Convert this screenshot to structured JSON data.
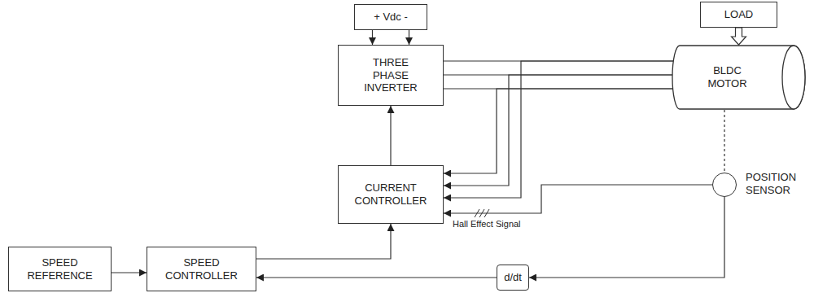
{
  "diagram": {
    "nodes": [
      {
        "text": [
          "+ Vdc -"
        ]
      },
      {
        "text": [
          "LOAD"
        ]
      },
      {
        "text": [
          "THREE PHASE INVERTER"
        ]
      },
      {
        "text": [
          "BLDC MOTOR"
        ]
      },
      {
        "text": [
          "CURRENT CONTROLLER"
        ]
      },
      {
        "text": [
          "POSITION SENSOR"
        ]
      },
      {
        "text": [
          "SPEED REFERENCE"
        ]
      },
      {
        "text": [
          "SPEED CONTROLLER"
        ]
      },
      {
        "text": [
          "d/dt"
        ]
      }
    ],
    "edges": [
      {
        "from": 0,
        "to": 2,
        "arrow": "to"
      },
      {
        "from": 0,
        "to": 2,
        "arrow": "to"
      },
      {
        "from": 1,
        "to": 3,
        "arrow": "to"
      },
      {
        "from": 2,
        "to": 3,
        "arrow": "none"
      },
      {
        "from": 2,
        "to": 3,
        "arrow": "none"
      },
      {
        "from": 2,
        "to": 3,
        "arrow": "none"
      },
      {
        "from": 3,
        "to": 4,
        "arrow": "to"
      },
      {
        "from": 3,
        "to": 4,
        "arrow": "to"
      },
      {
        "from": 3,
        "to": 4,
        "arrow": "to"
      },
      {
        "from": 4,
        "to": 2,
        "arrow": "to"
      },
      {
        "from": 3,
        "to": 5,
        "arrow": "none"
      },
      {
        "from": 5,
        "to": 4,
        "arrow": "to",
        "label": "Hall Effect Signal"
      },
      {
        "from": 5,
        "to": 8,
        "arrow": "to"
      },
      {
        "from": 8,
        "to": 7,
        "arrow": "to"
      },
      {
        "from": 6,
        "to": 7,
        "arrow": "to"
      },
      {
        "from": 7,
        "to": 4,
        "arrow": "to"
      }
    ]
  }
}
